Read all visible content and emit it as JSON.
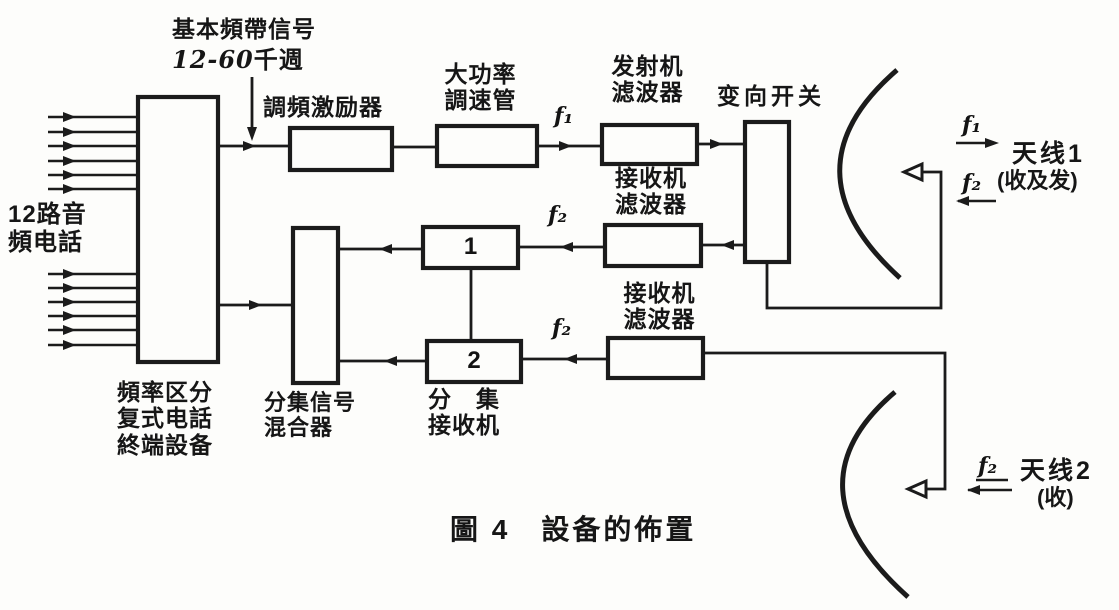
{
  "figure": {
    "caption": "圖 4　設备的佈置"
  },
  "annotations": {
    "baseband_title": "基本頻帶信号",
    "baseband_range": "12-60",
    "baseband_unit": "千週",
    "input_channels": "12路音\n頻电話",
    "f1": "f₁",
    "f2": "f₂"
  },
  "blocks": {
    "terminal": "頻率区分\n复式电話\n終端設备",
    "exciter": "調頻激励器",
    "klystron": "大功率\n調速管",
    "tx_filter": "发射机\n滤波器",
    "switch": "变向开关",
    "mixer": "分集信号\n混合器",
    "rx_filter_mid": "接收机\n滤波器",
    "rx_filter_bot": "接收机\n滤波器",
    "diversity_rx": "分　集\n接收机",
    "receiver1": "1",
    "receiver2": "2"
  },
  "antennas": {
    "ant1_name": "天线1",
    "ant1_mode": "(收及发)",
    "ant1_tx": "f₁",
    "ant1_rx": "f₂",
    "ant2_name": "天线2",
    "ant2_mode": "(收)",
    "ant2_rx": "f₂"
  }
}
